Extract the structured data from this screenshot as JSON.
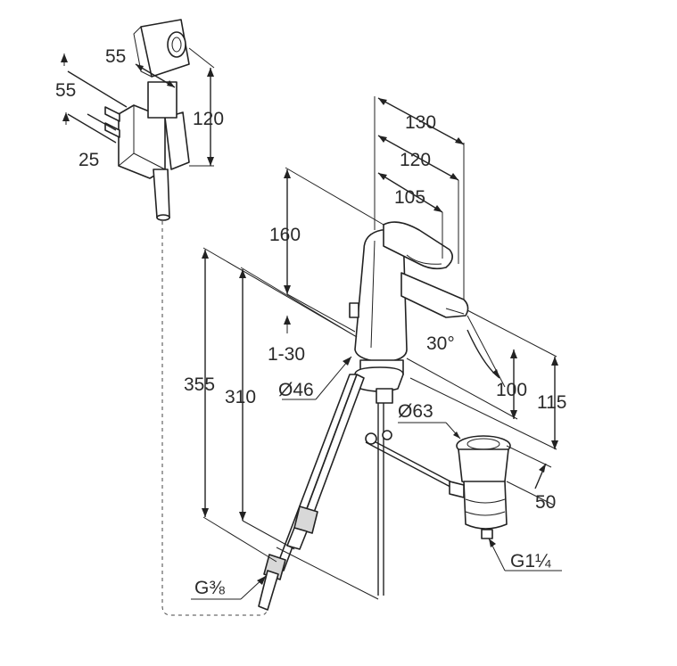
{
  "dimensions": {
    "hand_shower_width_55": "55",
    "holder_offset_55": "55",
    "holder_height_120": "120",
    "holder_depth_25": "25",
    "spout_reach_130": "130",
    "spout_reach_120": "120",
    "spout_reach_105": "105",
    "lever_height_160": "160",
    "mounting_range": "1-30",
    "total_height_355": "355",
    "hose_length_310": "310",
    "body_diameter": "Ø46",
    "spout_angle": "30°",
    "spout_height_100": "100",
    "spout_height_115": "115",
    "waste_diameter": "Ø63",
    "waste_length_50": "50",
    "waste_thread": "G1¼",
    "supply_thread": "G⅜"
  }
}
